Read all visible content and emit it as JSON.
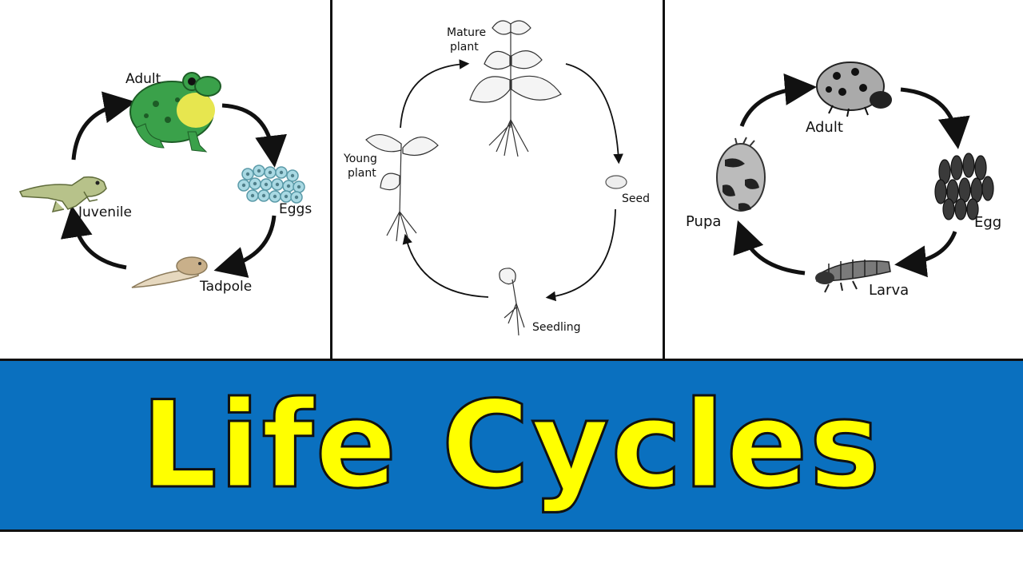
{
  "frog_cycle": {
    "adult": "Adult",
    "eggs": "Eggs",
    "tadpole": "Tadpole",
    "juvenile": "Juvenile"
  },
  "plant_cycle": {
    "mature_plant_line1": "Mature",
    "mature_plant_line2": "plant",
    "seed": "Seed",
    "seedling": "Seedling",
    "young_plant_line1": "Young",
    "young_plant_line2": "plant"
  },
  "ladybug_cycle": {
    "adult": "Adult",
    "egg": "Egg",
    "larva": "Larva",
    "pupa": "Pupa"
  },
  "banner": {
    "title": "Life Cycles"
  },
  "colors": {
    "banner_bg": "#0a70bf",
    "title_text": "#ffff00",
    "title_outline": "#111111",
    "frog_green": "#3aa14a"
  }
}
